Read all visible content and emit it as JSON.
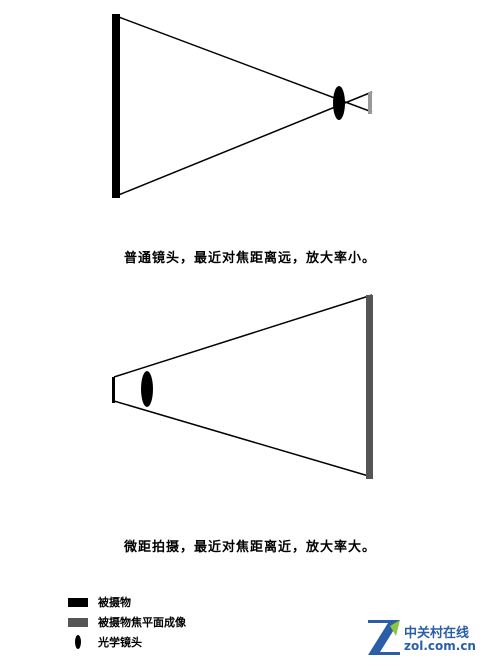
{
  "diagrams": [
    {
      "caption": "普通镜头，最近对焦距离远，放大率小。",
      "object_position": "left",
      "image_position": "right"
    },
    {
      "caption": "微距拍摄，最近对焦距离近，放大率大。",
      "object_position": "right",
      "image_position": "left"
    }
  ],
  "legend": {
    "items": [
      {
        "label": "被摄物",
        "icon": "object-bar-icon",
        "color": "#000000"
      },
      {
        "label": "被摄物焦平面成像",
        "icon": "image-plane-bar-icon",
        "color": "#555555"
      },
      {
        "label": "光学镜头",
        "icon": "lens-icon",
        "color": "#000000"
      }
    ]
  },
  "watermark": {
    "name": "中关村在线",
    "domain": "zol.com.cn",
    "colors": {
      "blue": "#2a5fa8",
      "green": "#8cc63f"
    }
  },
  "colors": {
    "object": "#000000",
    "image_plane": "#555555",
    "ray": "#000000",
    "image_bar_light": "#999999"
  }
}
